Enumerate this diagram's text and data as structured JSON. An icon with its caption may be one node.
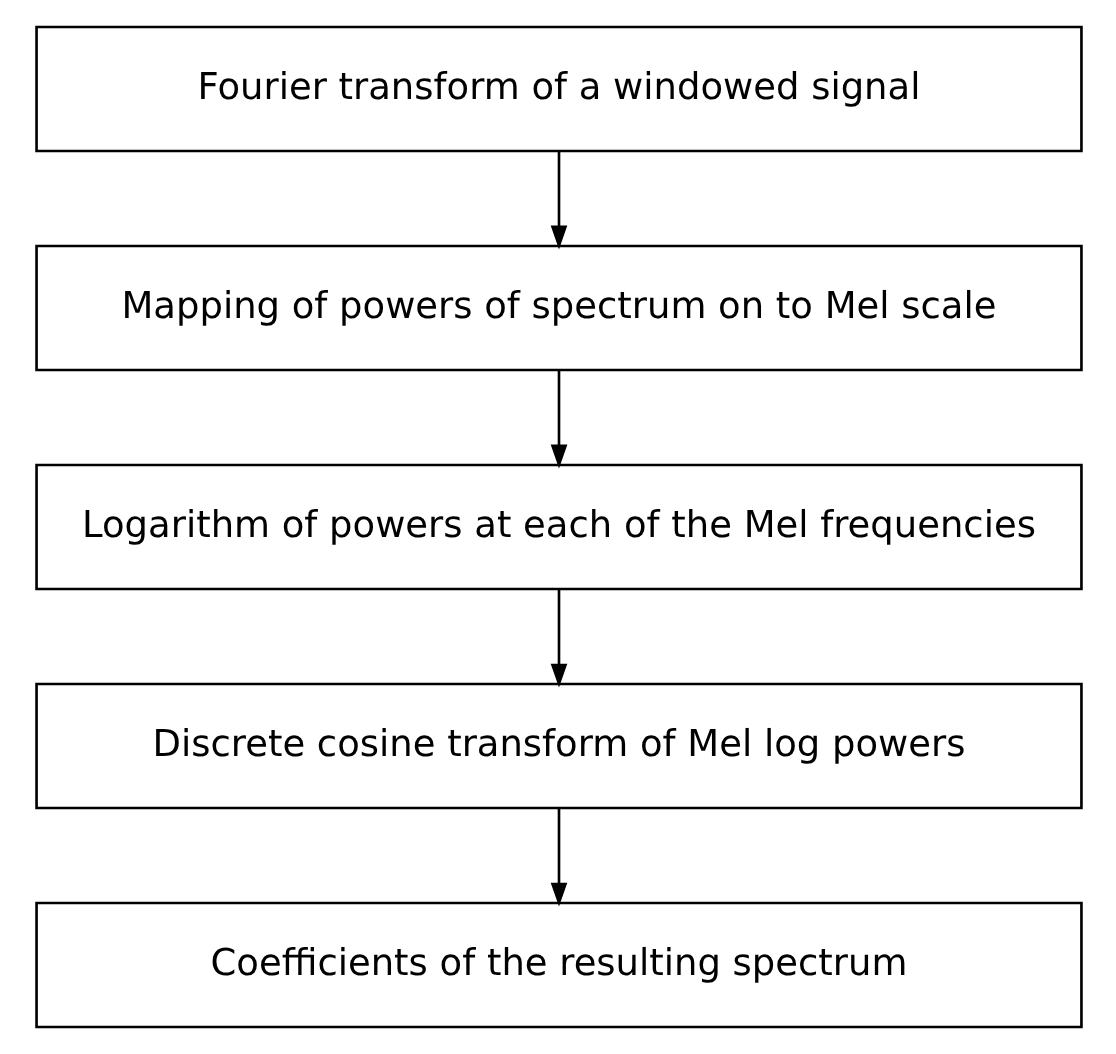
{
  "diagram": {
    "nodes": [
      {
        "text": [
          "Fourier transform of a windowed signal"
        ]
      },
      {
        "text": [
          "Mapping of powers of spectrum on to Mel scale"
        ]
      },
      {
        "text": [
          "Logarithm of powers at each of the Mel frequencies"
        ]
      },
      {
        "text": [
          "Discrete cosine transform of Mel log powers"
        ]
      },
      {
        "text": [
          "Coefficients of the resulting spectrum"
        ]
      }
    ],
    "edges": [
      {
        "from": 0,
        "to": 1,
        "arrow": "to"
      },
      {
        "from": 1,
        "to": 2,
        "arrow": "to"
      },
      {
        "from": 2,
        "to": 3,
        "arrow": "to"
      },
      {
        "from": 3,
        "to": 4,
        "arrow": "to"
      }
    ]
  }
}
